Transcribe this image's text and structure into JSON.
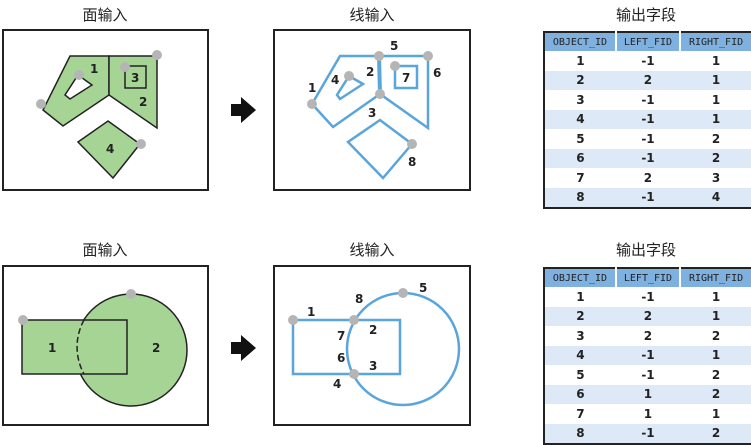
{
  "top": {
    "polygon_title": "面输入",
    "line_title": "线输入",
    "table_title": "输出字段",
    "polygon_labels": [
      "1",
      "2",
      "3",
      "4"
    ],
    "line_labels": [
      "1",
      "2",
      "3",
      "4",
      "5",
      "6",
      "7",
      "8"
    ]
  },
  "bottom": {
    "polygon_title": "面输入",
    "line_title": "线输入",
    "table_title": "输出字段",
    "polygon_labels": [
      "1",
      "2"
    ],
    "line_labels": [
      "1",
      "2",
      "3",
      "4",
      "5",
      "6",
      "7",
      "8"
    ]
  },
  "table_headers": [
    "OBJECT_ID",
    "LEFT_FID",
    "RIGHT_FID"
  ],
  "top_table": [
    [
      "1",
      "-1",
      "1"
    ],
    [
      "2",
      "2",
      "1"
    ],
    [
      "3",
      "-1",
      "1"
    ],
    [
      "4",
      "-1",
      "1"
    ],
    [
      "5",
      "-1",
      "2"
    ],
    [
      "6",
      "-1",
      "2"
    ],
    [
      "7",
      "2",
      "3"
    ],
    [
      "8",
      "-1",
      "4"
    ]
  ],
  "bottom_table": [
    [
      "1",
      "-1",
      "1"
    ],
    [
      "2",
      "2",
      "1"
    ],
    [
      "3",
      "2",
      "2"
    ],
    [
      "4",
      "-1",
      "1"
    ],
    [
      "5",
      "-1",
      "2"
    ],
    [
      "6",
      "1",
      "2"
    ],
    [
      "7",
      "1",
      "1"
    ],
    [
      "8",
      "-1",
      "2"
    ]
  ],
  "colors": {
    "polygon_fill": "#a6d495",
    "line": "#5aa5dc",
    "vertex": "#b5b5b5"
  }
}
